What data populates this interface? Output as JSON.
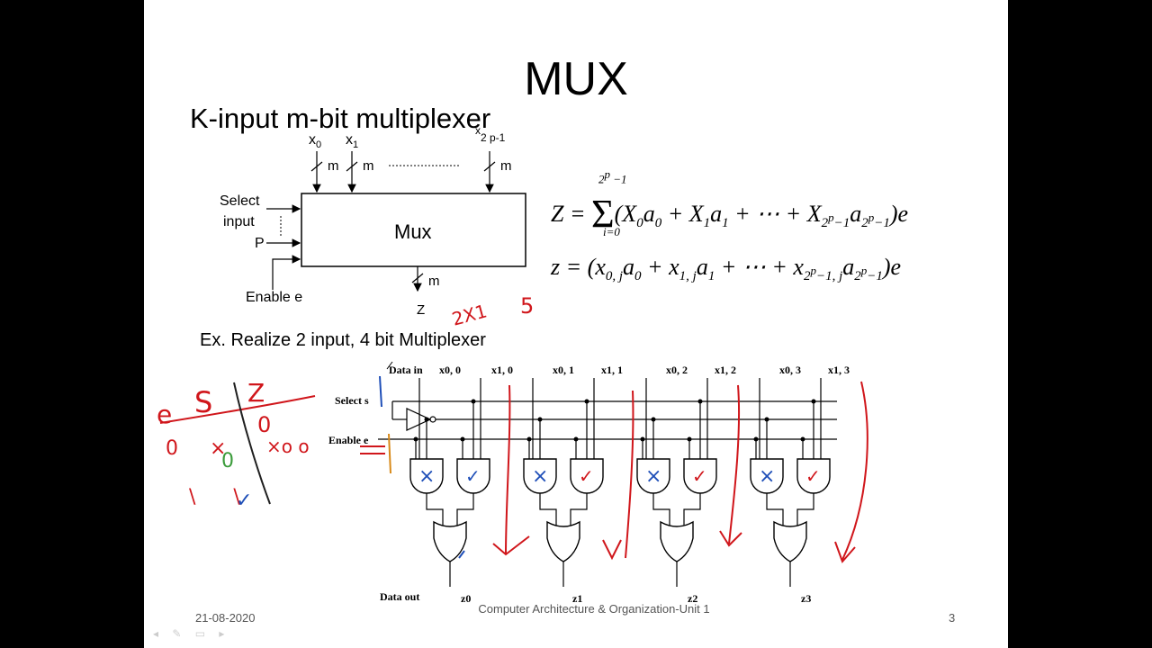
{
  "slide": {
    "title": "MUX",
    "subtitle": "K-input m-bit multiplexer",
    "example": "Ex. Realize 2 input, 4 bit Multiplexer"
  },
  "block_diagram": {
    "inputs": [
      "x0",
      "x1",
      "x2p-1"
    ],
    "input_label_0": "x",
    "input_sub_0": "0",
    "input_label_1": "x",
    "input_sub_1": "1",
    "input_label_last": "x",
    "input_sub_last": "2 p-1",
    "width_label": "m",
    "select_label_1": "Select",
    "select_label_2": "input",
    "p_label": "P",
    "enable_label": "Enable e",
    "box_label": "Mux",
    "output_width": "m",
    "output_label": "Z"
  },
  "equations": {
    "eq1": "Z = Σ_{i=0}^{2^p −1} (X0 a0 + X1 a1 + ··· + X_{2^p −1} a_{2^p −1}) e",
    "eq2": "z = (x_{0,j} a0 + x_{1,j} a1 + ··· + x_{2^p −1,j} a_{2^p −1}) e"
  },
  "circuit": {
    "data_in": "Data in",
    "select_s": "Select s",
    "enable_e": "Enable e",
    "data_out": "Data out",
    "inputs": [
      "x0, 0",
      "x1, 0",
      "x0, 1",
      "x1, 1",
      "x0, 2",
      "x1, 2",
      "x0, 3",
      "x1, 3"
    ],
    "outputs": [
      "z0",
      "z1",
      "z2",
      "z3"
    ]
  },
  "handwriting": {
    "truth_table_header": [
      "e",
      "S",
      "Z"
    ],
    "note_2x1": "2X1",
    "note_5": "5"
  },
  "footer": {
    "date": "21-08-2020",
    "course": "Computer Architecture & Organization-Unit 1",
    "page": "3"
  },
  "colors": {
    "background": "#000000",
    "slide": "#ffffff",
    "annotation_red": "#d0161b",
    "annotation_blue": "#1f4fb8",
    "annotation_orange": "#d88a1a",
    "annotation_green": "#3a9b3a"
  }
}
